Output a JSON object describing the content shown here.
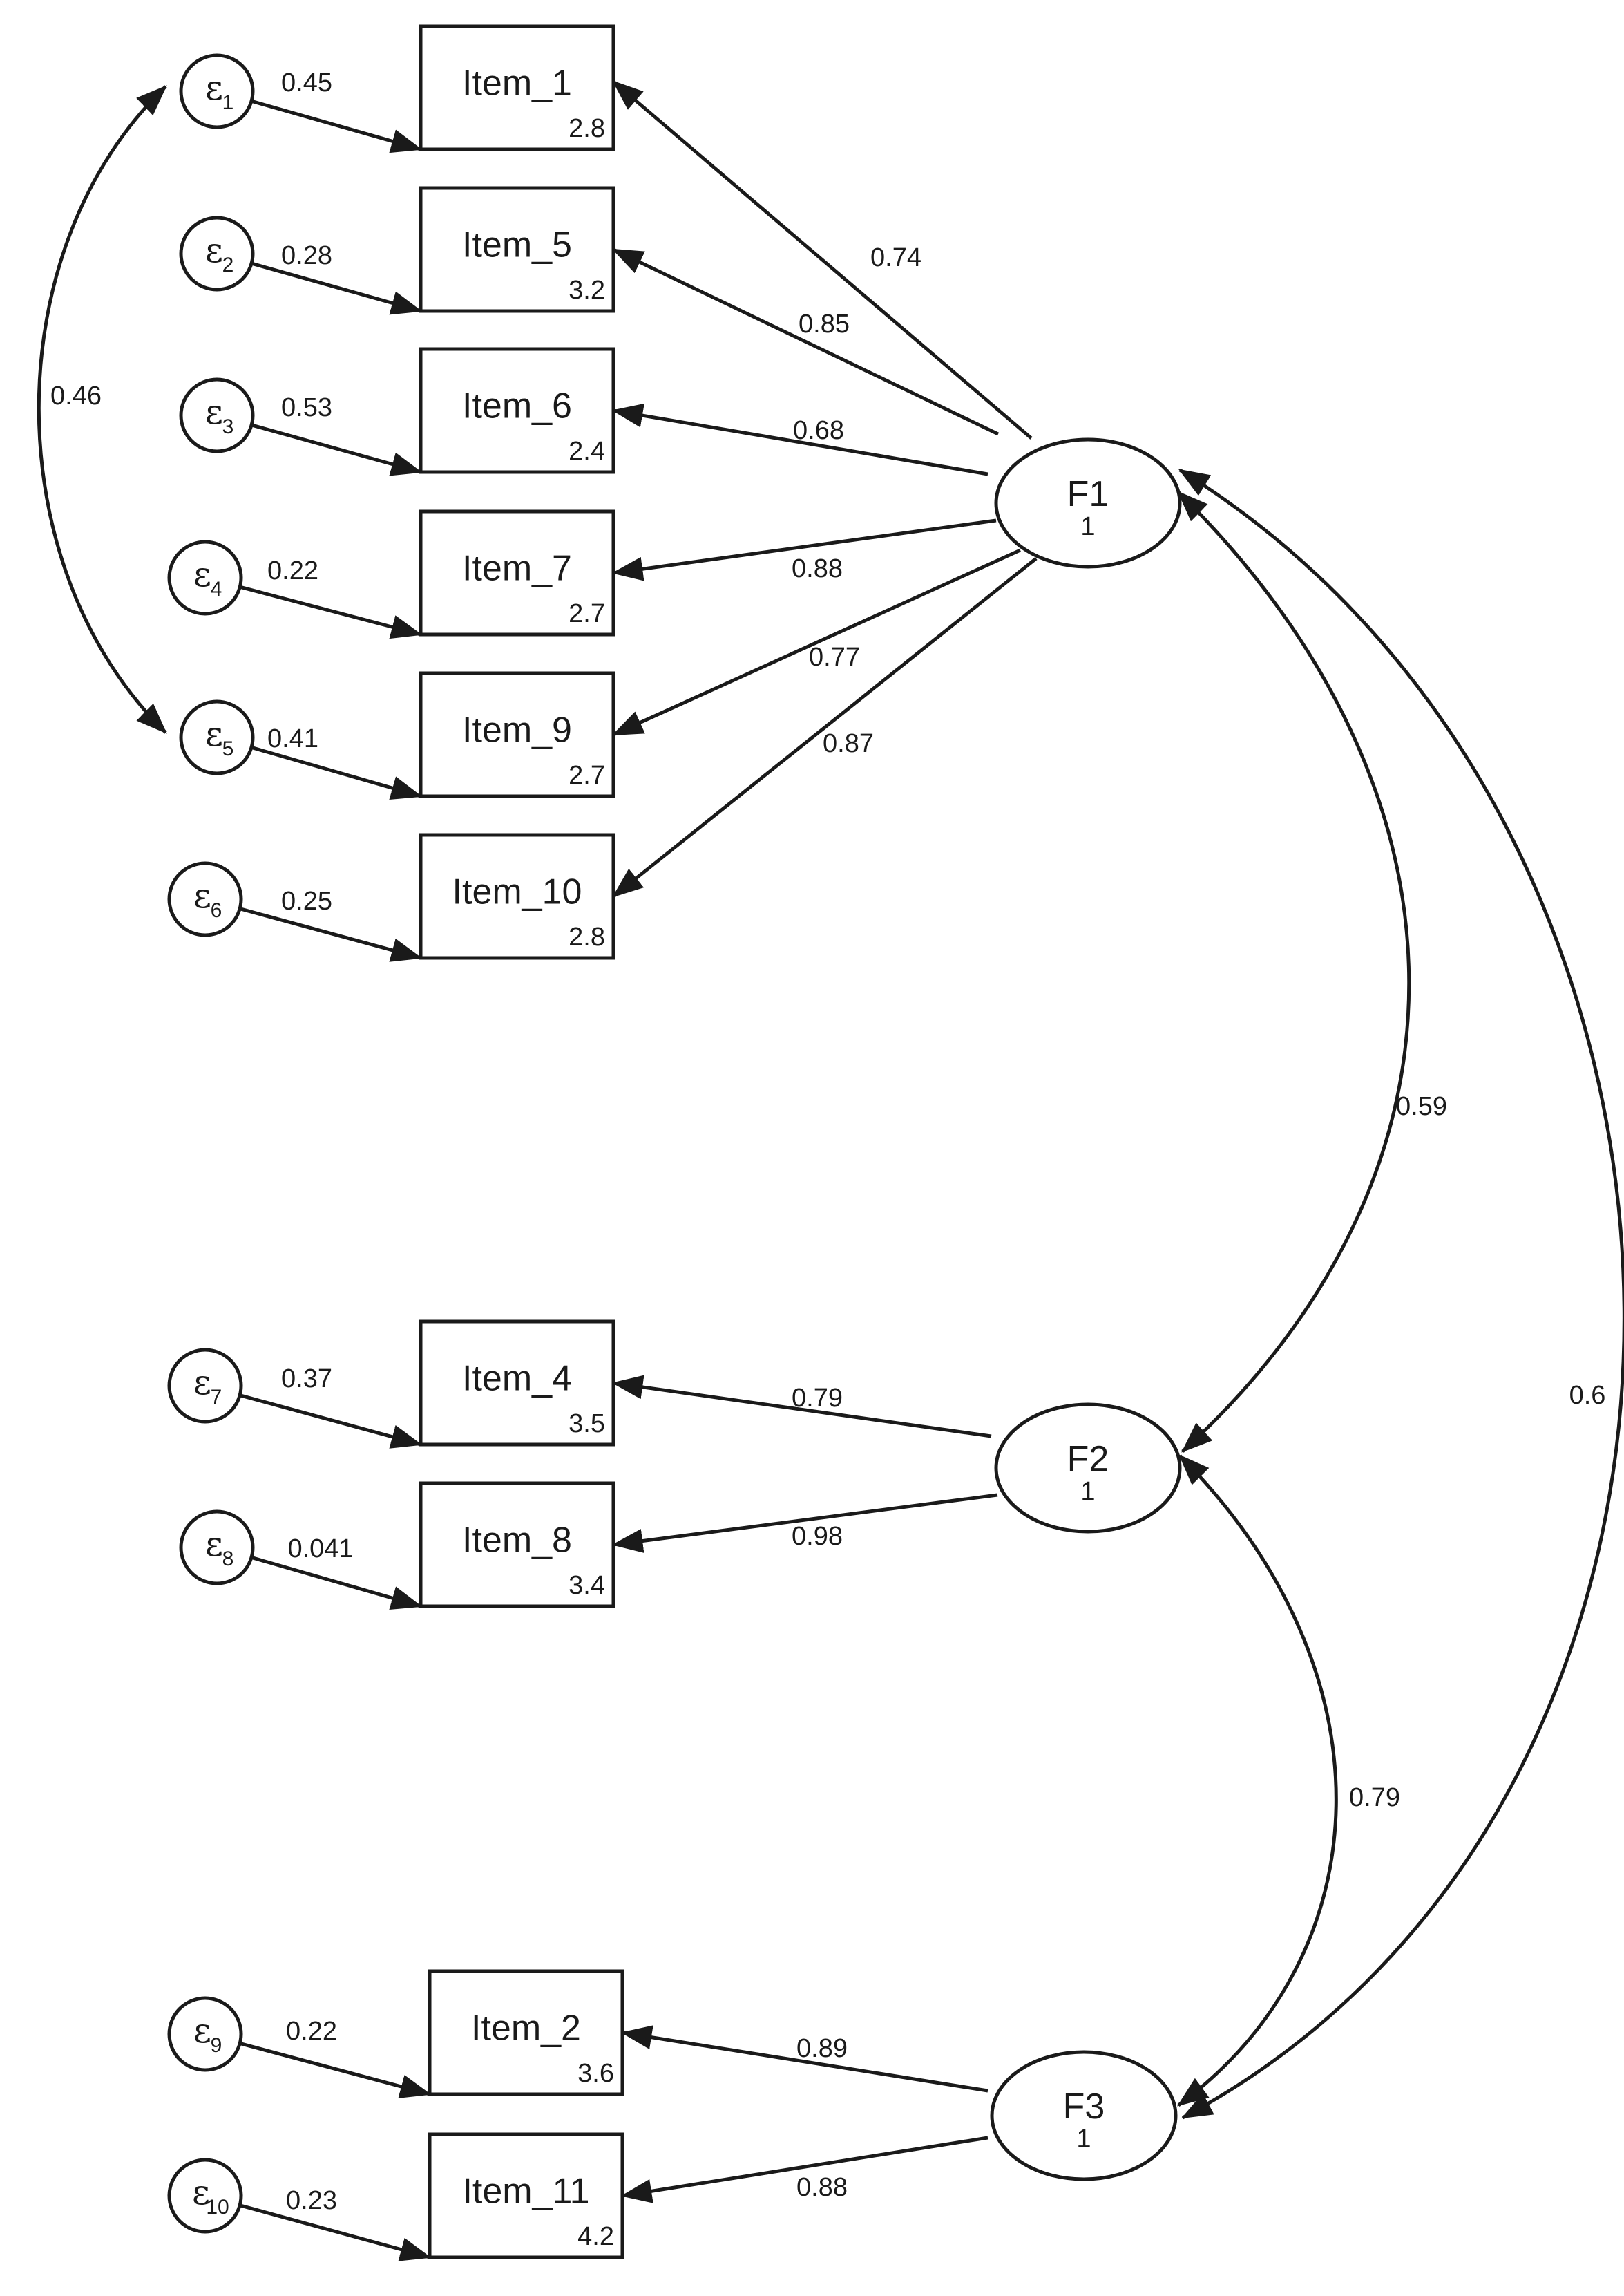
{
  "items": [
    {
      "id": "item1",
      "name": "Item_1",
      "mean": "2.8"
    },
    {
      "id": "item5",
      "name": "Item_5",
      "mean": "3.2"
    },
    {
      "id": "item6",
      "name": "Item_6",
      "mean": "2.4"
    },
    {
      "id": "item7",
      "name": "Item_7",
      "mean": "2.7"
    },
    {
      "id": "item9",
      "name": "Item_9",
      "mean": "2.7"
    },
    {
      "id": "item10",
      "name": "Item_10",
      "mean": "2.8"
    },
    {
      "id": "item4",
      "name": "Item_4",
      "mean": "3.5"
    },
    {
      "id": "item8",
      "name": "Item_8",
      "mean": "3.4"
    },
    {
      "id": "item2",
      "name": "Item_2",
      "mean": "3.6"
    },
    {
      "id": "item11",
      "name": "Item_11",
      "mean": "4.2"
    }
  ],
  "errors": [
    {
      "id": "e1",
      "symbol": "ε",
      "sub": "1",
      "variance": "0.45"
    },
    {
      "id": "e2",
      "symbol": "ε",
      "sub": "2",
      "variance": "0.28"
    },
    {
      "id": "e3",
      "symbol": "ε",
      "sub": "3",
      "variance": "0.53"
    },
    {
      "id": "e4",
      "symbol": "ε",
      "sub": "4",
      "variance": "0.22"
    },
    {
      "id": "e5",
      "symbol": "ε",
      "sub": "5",
      "variance": "0.41"
    },
    {
      "id": "e6",
      "symbol": "ε",
      "sub": "6",
      "variance": "0.25"
    },
    {
      "id": "e7",
      "symbol": "ε",
      "sub": "7",
      "variance": "0.37"
    },
    {
      "id": "e8",
      "symbol": "ε",
      "sub": "8",
      "variance": "0.041"
    },
    {
      "id": "e9",
      "symbol": "ε",
      "sub": "9",
      "variance": "0.22"
    },
    {
      "id": "e10",
      "symbol": "ε",
      "sub": "10",
      "variance": "0.23"
    }
  ],
  "factors": [
    {
      "id": "F1",
      "name": "F1",
      "variance": "1"
    },
    {
      "id": "F2",
      "name": "F2",
      "variance": "1"
    },
    {
      "id": "F3",
      "name": "F3",
      "variance": "1"
    }
  ],
  "loadings": [
    {
      "factor": "F1",
      "item": "item1",
      "value": "0.74"
    },
    {
      "factor": "F1",
      "item": "item5",
      "value": "0.85"
    },
    {
      "factor": "F1",
      "item": "item6",
      "value": "0.68"
    },
    {
      "factor": "F1",
      "item": "item7",
      "value": "0.88"
    },
    {
      "factor": "F1",
      "item": "item9",
      "value": "0.77"
    },
    {
      "factor": "F1",
      "item": "item10",
      "value": "0.87"
    },
    {
      "factor": "F2",
      "item": "item4",
      "value": "0.79"
    },
    {
      "factor": "F2",
      "item": "item8",
      "value": "0.98"
    },
    {
      "factor": "F3",
      "item": "item2",
      "value": "0.89"
    },
    {
      "factor": "F3",
      "item": "item11",
      "value": "0.88"
    }
  ],
  "covariances": [
    {
      "from": "e1",
      "to": "e5",
      "value": "0.46"
    },
    {
      "from": "F1",
      "to": "F2",
      "value": "0.59"
    },
    {
      "from": "F1",
      "to": "F3",
      "value": "0.6"
    },
    {
      "from": "F2",
      "to": "F3",
      "value": "0.79"
    }
  ]
}
